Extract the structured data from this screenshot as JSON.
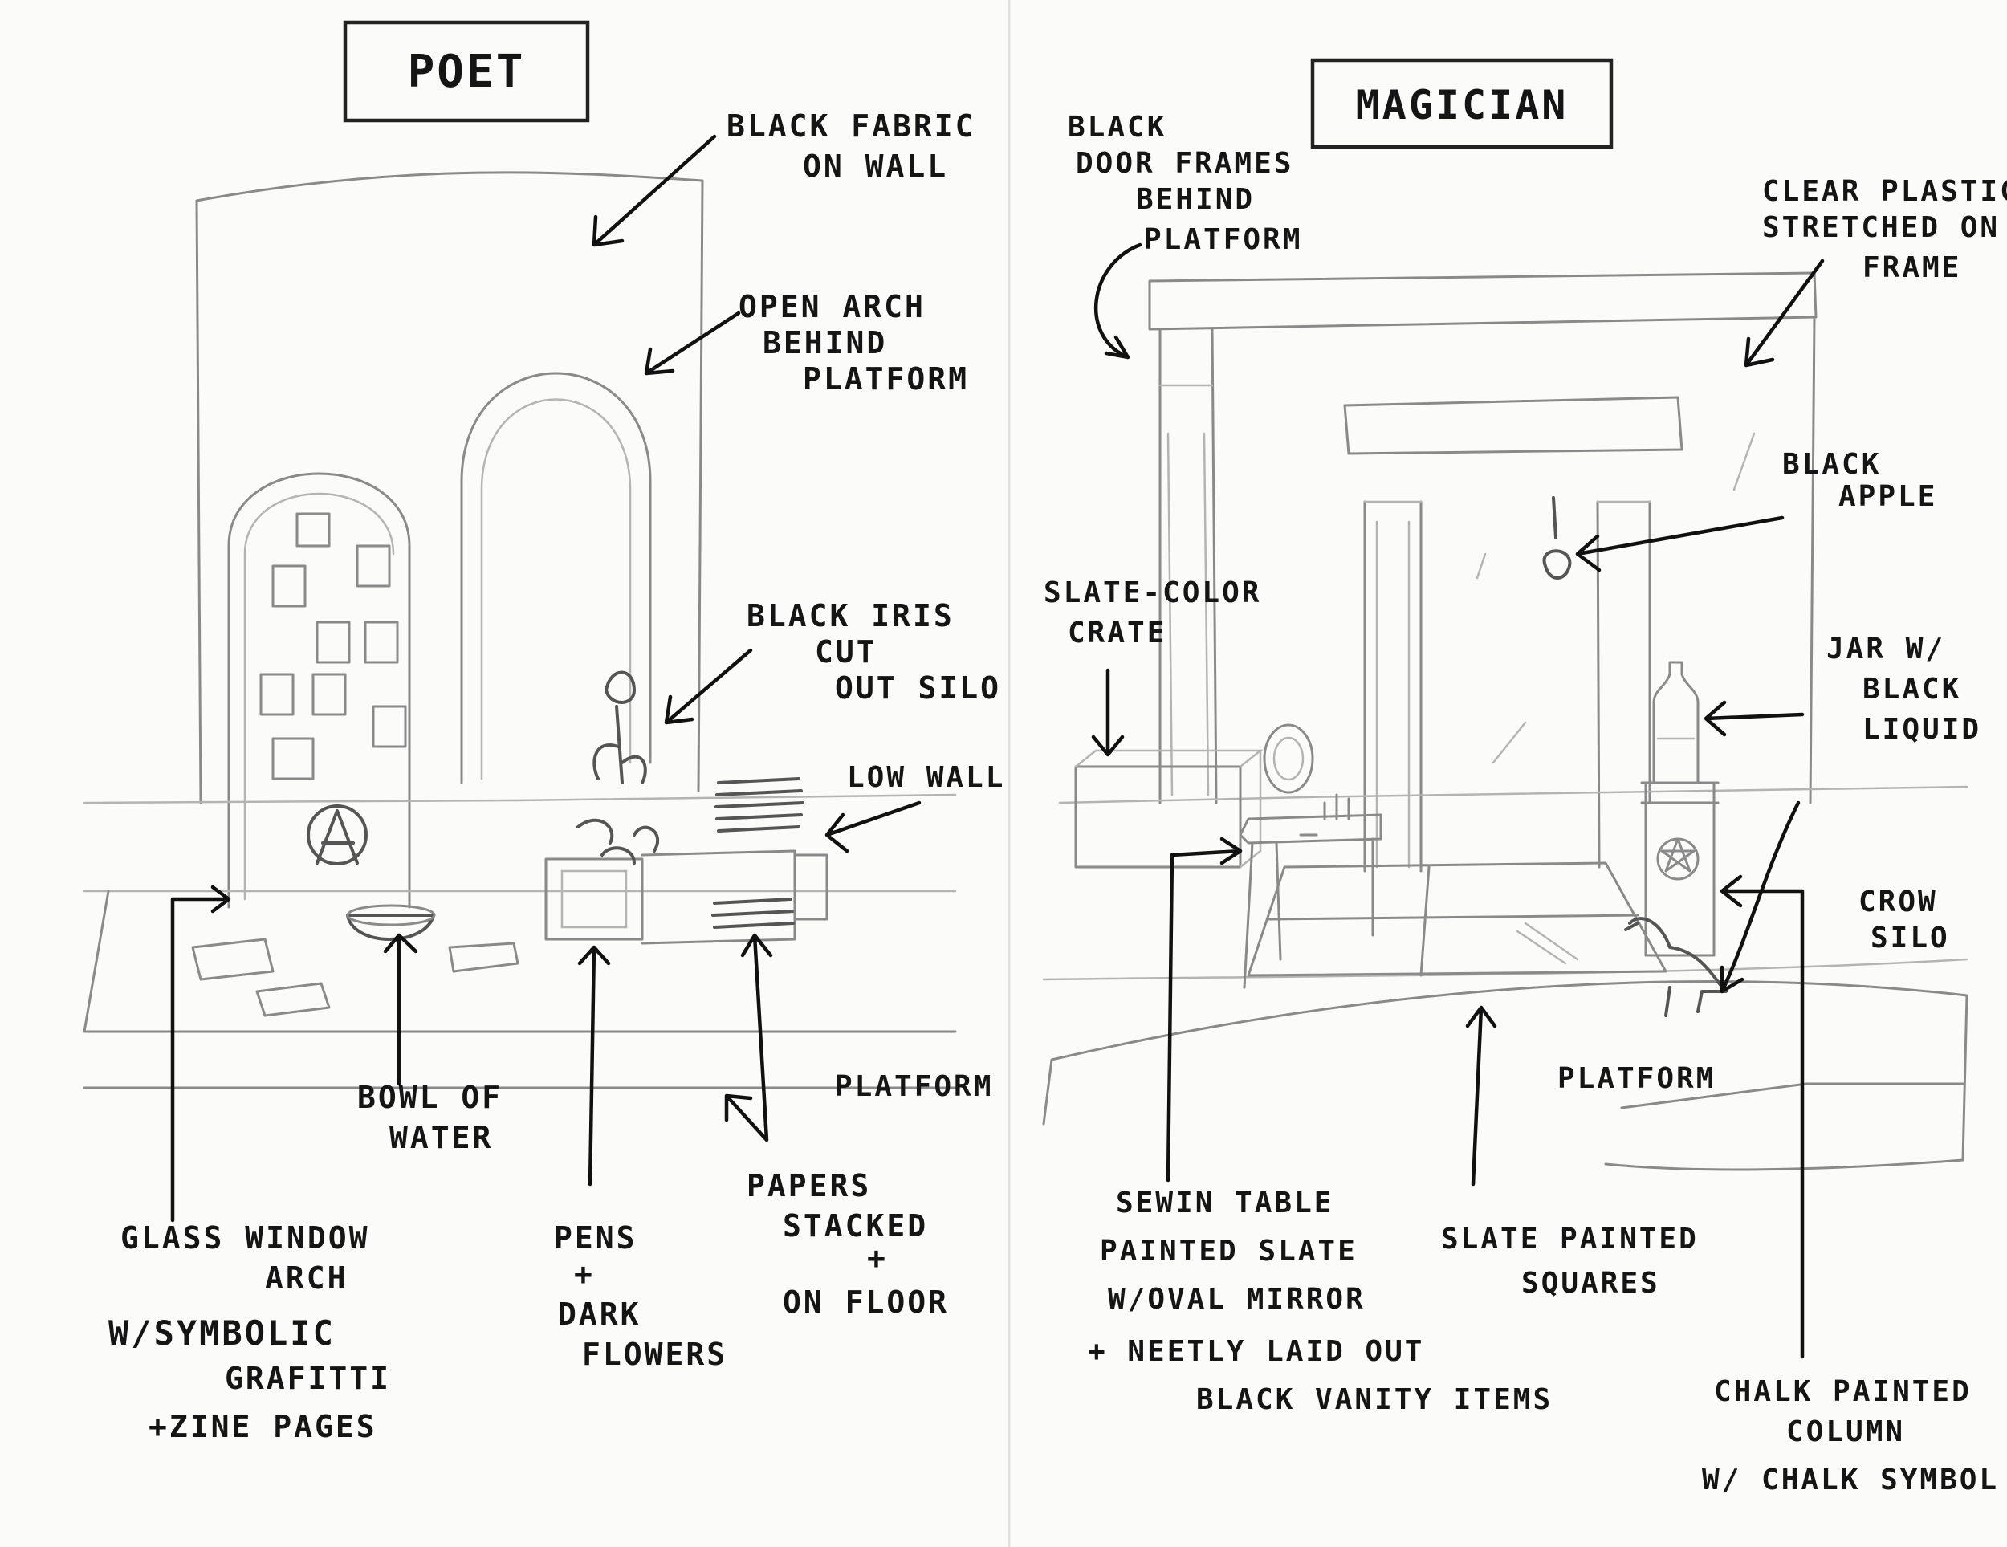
{
  "panels": [
    {
      "title": "POET",
      "labels": [
        {
          "id": "black_fabric",
          "lines": [
            "BLACK FABRIC",
            "ON WALL"
          ]
        },
        {
          "id": "open_arch",
          "lines": [
            "OPEN ARCH",
            "BEHIND",
            "PLATFORM"
          ]
        },
        {
          "id": "black_iris",
          "lines": [
            "BLACK IRIS",
            "CUT",
            "OUT SILO"
          ]
        },
        {
          "id": "low_wall",
          "lines": [
            "LOW WALL"
          ]
        },
        {
          "id": "platform",
          "lines": [
            "PLATFORM"
          ]
        },
        {
          "id": "bowl",
          "lines": [
            "BOWL OF",
            "WATER"
          ]
        },
        {
          "id": "glass_window",
          "lines": [
            "GLASS WINDOW",
            "ARCH",
            "W/SYMBOLIC",
            "GRAFITTI",
            "+ZINE PAGES"
          ]
        },
        {
          "id": "pens",
          "lines": [
            "PENS",
            "+",
            "DARK",
            "FLOWERS"
          ]
        },
        {
          "id": "papers",
          "lines": [
            "PAPERS",
            "STACKED",
            "+",
            "ON FLOOR"
          ]
        }
      ]
    },
    {
      "title": "MAGICIAN",
      "labels": [
        {
          "id": "door_frames",
          "lines": [
            "BLACK",
            "DOOR FRAMES",
            "BEHIND",
            "PLATFORM"
          ]
        },
        {
          "id": "clear_plastic",
          "lines": [
            "CLEAR PLASTIC",
            "STRETCHED ON",
            "FRAME"
          ]
        },
        {
          "id": "black_apple",
          "lines": [
            "BLACK",
            "APPLE"
          ]
        },
        {
          "id": "slate_crate",
          "lines": [
            "SLATE-COLOR",
            "CRATE"
          ]
        },
        {
          "id": "jar",
          "lines": [
            "JAR W/",
            "BLACK",
            "LIQUID"
          ]
        },
        {
          "id": "crow",
          "lines": [
            "CROW",
            "SILO"
          ]
        },
        {
          "id": "platform",
          "lines": [
            "PLATFORM"
          ]
        },
        {
          "id": "sewing_table",
          "lines": [
            "SEWIN TABLE",
            "PAINTED SLATE",
            "W/OVAL MIRROR",
            "+ NEETLY LAID OUT",
            "BLACK VANITY ITEMS"
          ]
        },
        {
          "id": "slate_squares",
          "lines": [
            "SLATE PAINTED",
            "SQUARES"
          ]
        },
        {
          "id": "chalk_column",
          "lines": [
            "CHALK PAINTED",
            "COLUMN",
            "W/ CHALK SYMBOL"
          ]
        }
      ]
    }
  ],
  "colors": {
    "ink": "#151515",
    "pencil": "#8a8a8a",
    "paper": "#fbfbf9"
  }
}
